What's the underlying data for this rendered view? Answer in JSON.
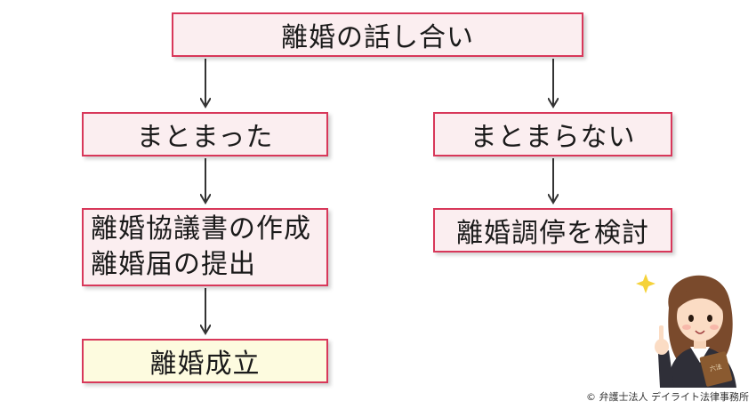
{
  "nodes": {
    "top": "離婚の話し合い",
    "agreed": "まとまった",
    "not_agreed": "まとまらない",
    "documents_line1": "離婚協議書の作成",
    "documents_line2": "離婚届の提出",
    "mediation": "離婚調停を検討",
    "final": "離婚成立"
  },
  "illustration_book_text": "六法",
  "copyright": "© 弁護士法人 デイライト法律事務所",
  "colors": {
    "border": "#d8385a",
    "box_fill": "#fbeef0",
    "final_fill": "#fdfbdf",
    "arrow": "#333333"
  }
}
